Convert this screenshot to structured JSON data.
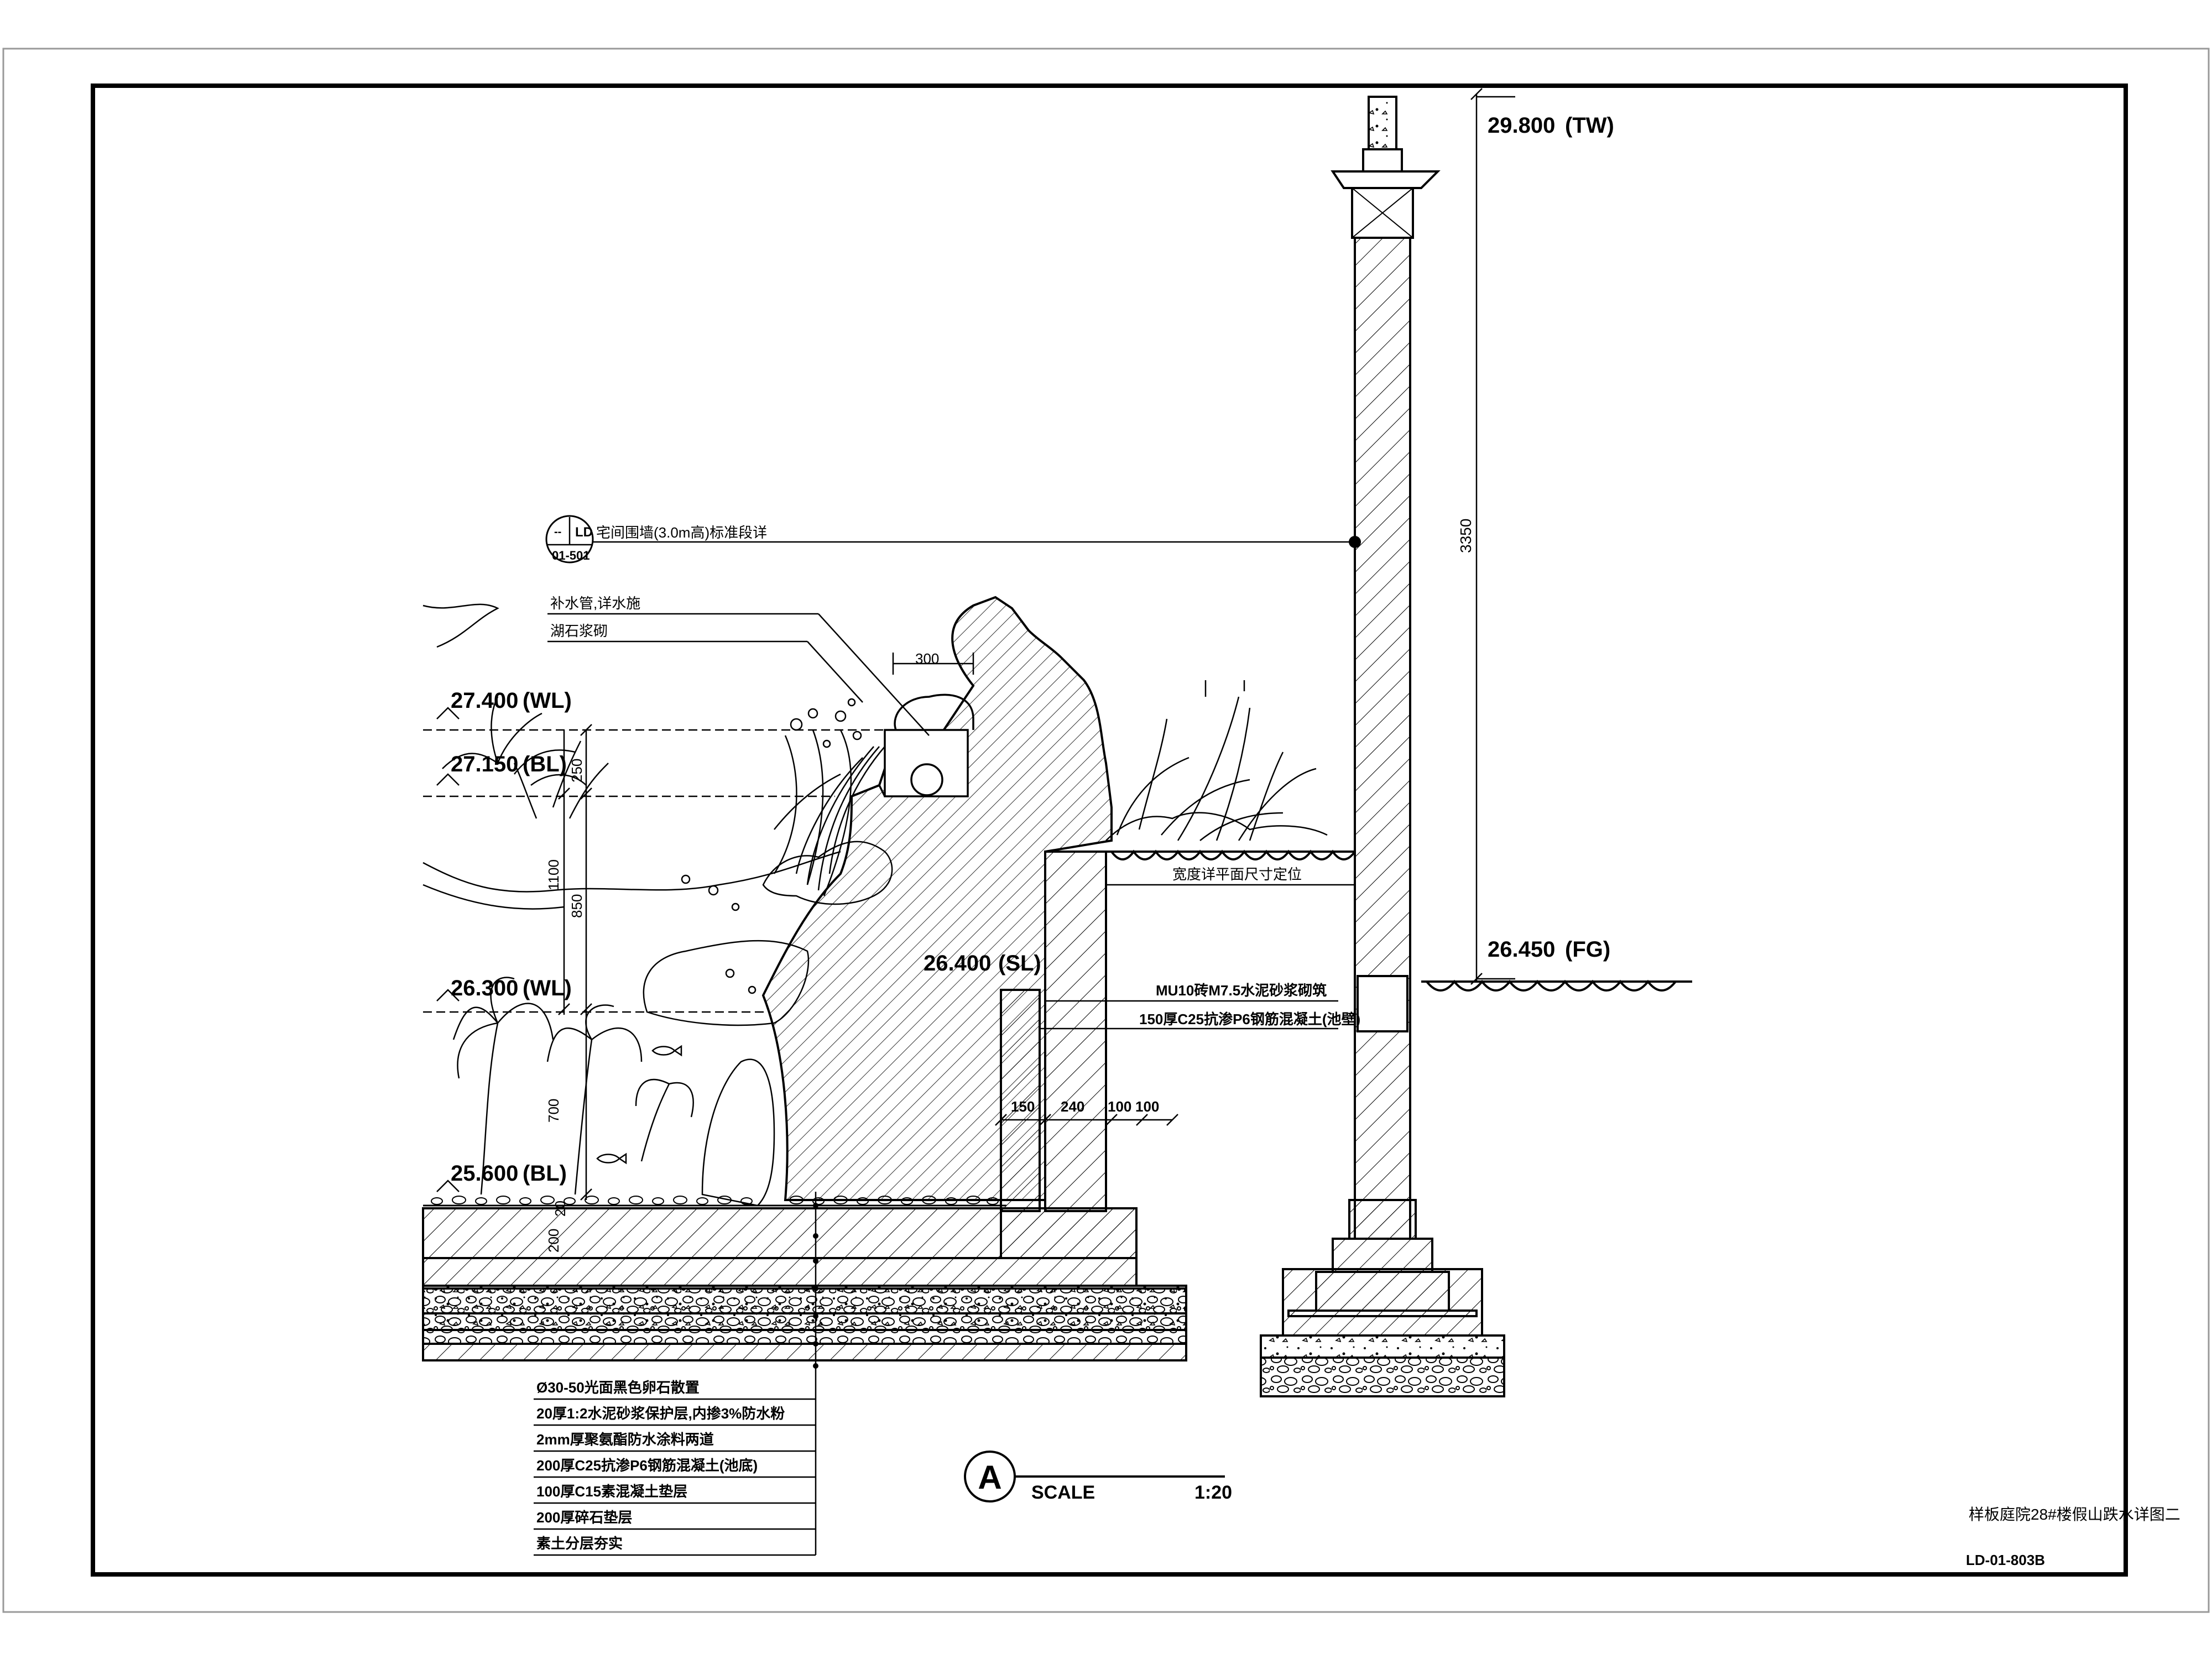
{
  "elevations": {
    "tw": "29.800",
    "tw_tag": "(TW)",
    "wl_top": "27.400",
    "wl_top_tag": "(WL)",
    "bl_top": "27.150",
    "bl_top_tag": "(BL)",
    "sl": "26.400",
    "sl_tag": "(SL)",
    "fg": "26.450",
    "fg_tag": "(FG)",
    "wl_low": "26.300",
    "wl_low_tag": "(WL)",
    "bl_low": "25.600",
    "bl_low_tag": "(BL)"
  },
  "dimensions": {
    "d300": "300",
    "d3350": "3350",
    "d250": "250",
    "d1100": "1100",
    "d850": "850",
    "d700": "700",
    "d20": "20",
    "d200": "200",
    "d150": "150",
    "d240": "240",
    "d100a": "100",
    "d100b": "100"
  },
  "callouts": {
    "ref_symbol": "--",
    "ref_code": "LD",
    "ref_sheet": "01-501",
    "ref_note": "宅间围墙(3.0m高)标准段详",
    "pipe_note": "补水管,详水施",
    "stone_note": "湖石浆砌",
    "width_note": "宽度详平面尺寸定位",
    "brick_note": "MU10砖M7.5水泥砂浆砌筑",
    "wall_note": "150厚C25抗渗P6钢筋混凝土(池壁)"
  },
  "layers": [
    "Ø30-50光面黑色卵石散置",
    "20厚1:2水泥砂浆保护层,内掺3%防水粉",
    "2mm厚聚氨酯防水涂料两道",
    "200厚C25抗渗P6钢筋混凝土(池底)",
    "100厚C15素混凝土垫层",
    "200厚碎石垫层",
    "素土分层夯实"
  ],
  "titleblock": {
    "mark": "A",
    "scale_label": "SCALE",
    "scale_value": "1:20",
    "sheet_title": "样板庭院28#楼假山跌水详图二",
    "sheet_number": "LD-01-803B"
  }
}
